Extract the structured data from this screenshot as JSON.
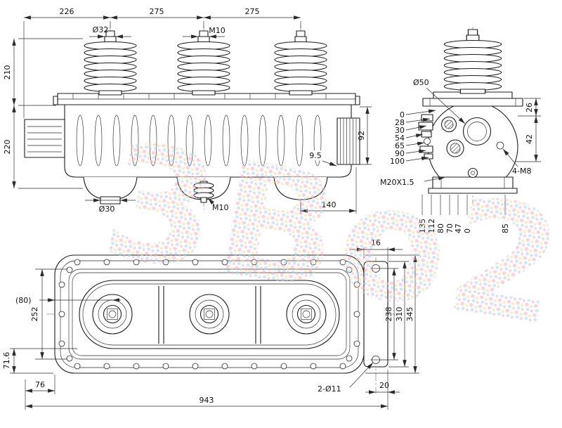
{
  "watermark": {
    "text": "3Bo2"
  },
  "front_view": {
    "top_dims": {
      "d1": "226",
      "d2": "275",
      "d3": "275"
    },
    "top_labels": {
      "dia32": "Ø32",
      "m10": "M10"
    },
    "left_dims": {
      "h1": "210",
      "h2": "220"
    },
    "bottom_labels": {
      "dia30": "Ø30",
      "m10": "M10",
      "w140": "140"
    },
    "right_dims": {
      "pitch": "9.5",
      "h92": "92"
    }
  },
  "side_view": {
    "dia50": "Ø50",
    "right_dims": {
      "d26": "26",
      "d42": "42"
    },
    "bolt_note": "4-M8",
    "thread_note": "M20X1.5",
    "left_scale": [
      "0",
      "28",
      "30",
      "54",
      "65",
      "90",
      "100"
    ],
    "bottom_scale": [
      "135",
      "112",
      "80",
      "70",
      "47",
      "0"
    ],
    "dim85": "85"
  },
  "plan_view": {
    "dim16": "16",
    "dim252": "252",
    "dim80": "(80)",
    "dim71_6": "71.6",
    "dim76": "76",
    "dim943": "943",
    "holes_note": "2-Ø11",
    "dim20": "20",
    "dim238": "238",
    "dim310": "310",
    "dim345": "345"
  }
}
